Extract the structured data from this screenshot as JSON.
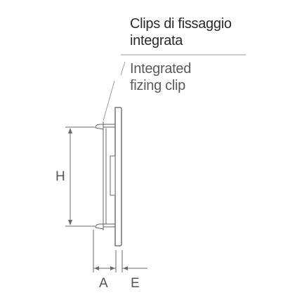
{
  "labels": {
    "italian": [
      "Clips di fissaggio",
      "integrata"
    ],
    "english": [
      "Integrated",
      "fizing clip"
    ]
  },
  "dimensions": {
    "height": "H",
    "depth": "A",
    "thickness": "E"
  }
}
